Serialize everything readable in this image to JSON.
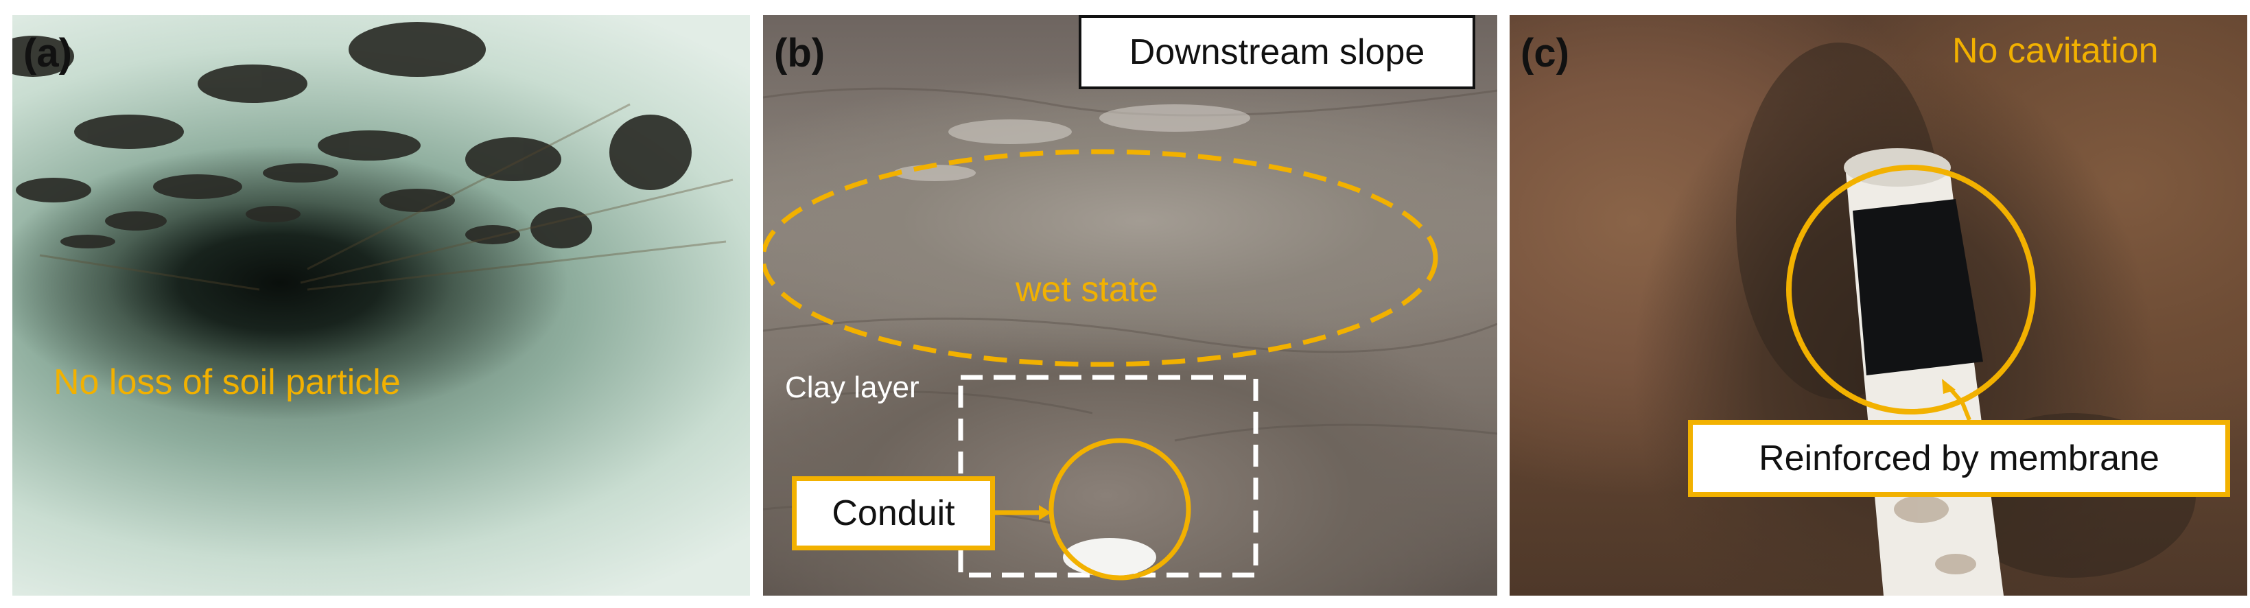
{
  "panels": [
    {
      "label": "(a)",
      "annotations": {
        "main": "No loss of soil particle"
      }
    },
    {
      "label": "(b)",
      "annotations": {
        "title_box": "Downstream slope",
        "wet_region": "wet state",
        "clay_layer": "Clay layer",
        "conduit": "Conduit"
      }
    },
    {
      "label": "(c)",
      "annotations": {
        "status": "No cavitation",
        "membrane": "Reinforced by membrane"
      }
    }
  ],
  "colors": {
    "accent_yellow": "#f2b100",
    "callout_border": "#111111",
    "dashed_white": "#ffffff"
  }
}
